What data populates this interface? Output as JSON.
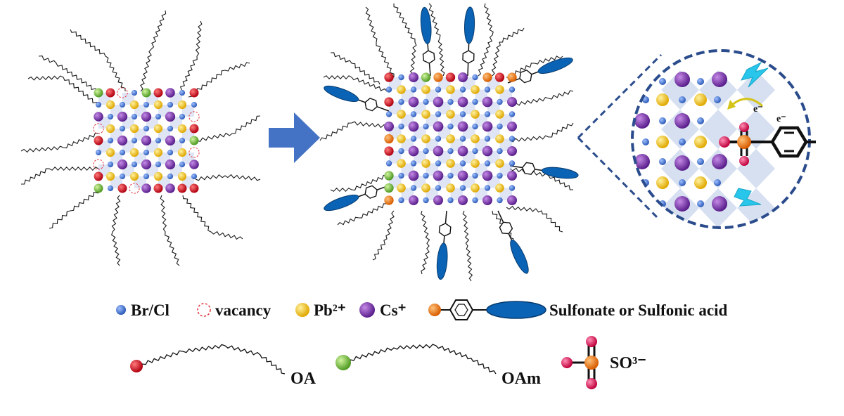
{
  "diagram": {
    "colors": {
      "anion": "#3a6bc4",
      "lead": "#f2c200",
      "cesium": "#7b2fae",
      "oa_head": "#d8141c",
      "oam_head": "#7cc242",
      "sulfonate_head": "#f07c14",
      "oxygen": "#e0195a",
      "ligand_tail": "#0a63b4",
      "arrow": "#4472c4",
      "lattice": "#b7c6e6",
      "zoom_ring": "#2b4c8c",
      "lightning": "#27c6ea",
      "electron_arrow": "#d4c419"
    },
    "electron_label": "e⁻",
    "legend": {
      "br_cl": "Br/Cl",
      "vacancy": "vacancy",
      "pb": "Pb²⁺",
      "cs": "Cs⁺",
      "sulfonate": "Sulfonate or Sulfonic acid",
      "oa": "OA",
      "oam": "OAm",
      "so3": "SO³⁻"
    }
  }
}
